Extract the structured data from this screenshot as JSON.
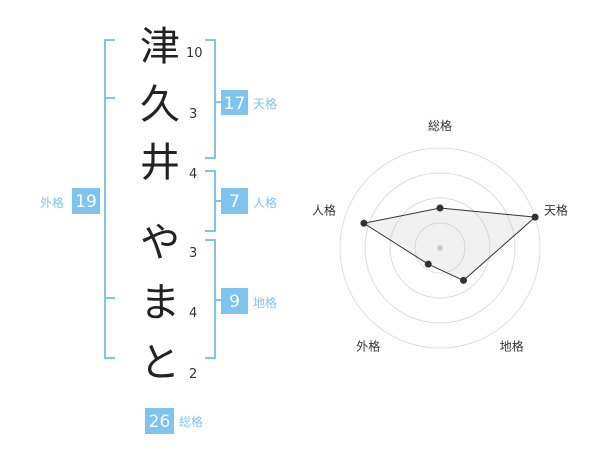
{
  "name": {
    "chars": [
      "津",
      "久",
      "井",
      "や",
      "ま",
      "と"
    ],
    "strokes": [
      "10",
      "3",
      "4",
      "3",
      "4",
      "2"
    ]
  },
  "fortune": {
    "tenkaku": {
      "value": "17",
      "label": "天格"
    },
    "jinkaku": {
      "value": "7",
      "label": "人格"
    },
    "chikaku": {
      "value": "9",
      "label": "地格"
    },
    "gaikaku": {
      "value": "19",
      "label": "外格"
    },
    "soukaku": {
      "value": "26",
      "label": "総格"
    }
  },
  "chart_data": {
    "type": "radar",
    "axes": [
      "総格",
      "天格",
      "地格",
      "外格",
      "人格"
    ],
    "values": [
      2,
      5,
      2,
      1,
      4
    ],
    "max": 5,
    "rings": 4
  },
  "colors": {
    "accent": "#7fc4f0",
    "text": "#222222",
    "ring": "#dddddd"
  }
}
